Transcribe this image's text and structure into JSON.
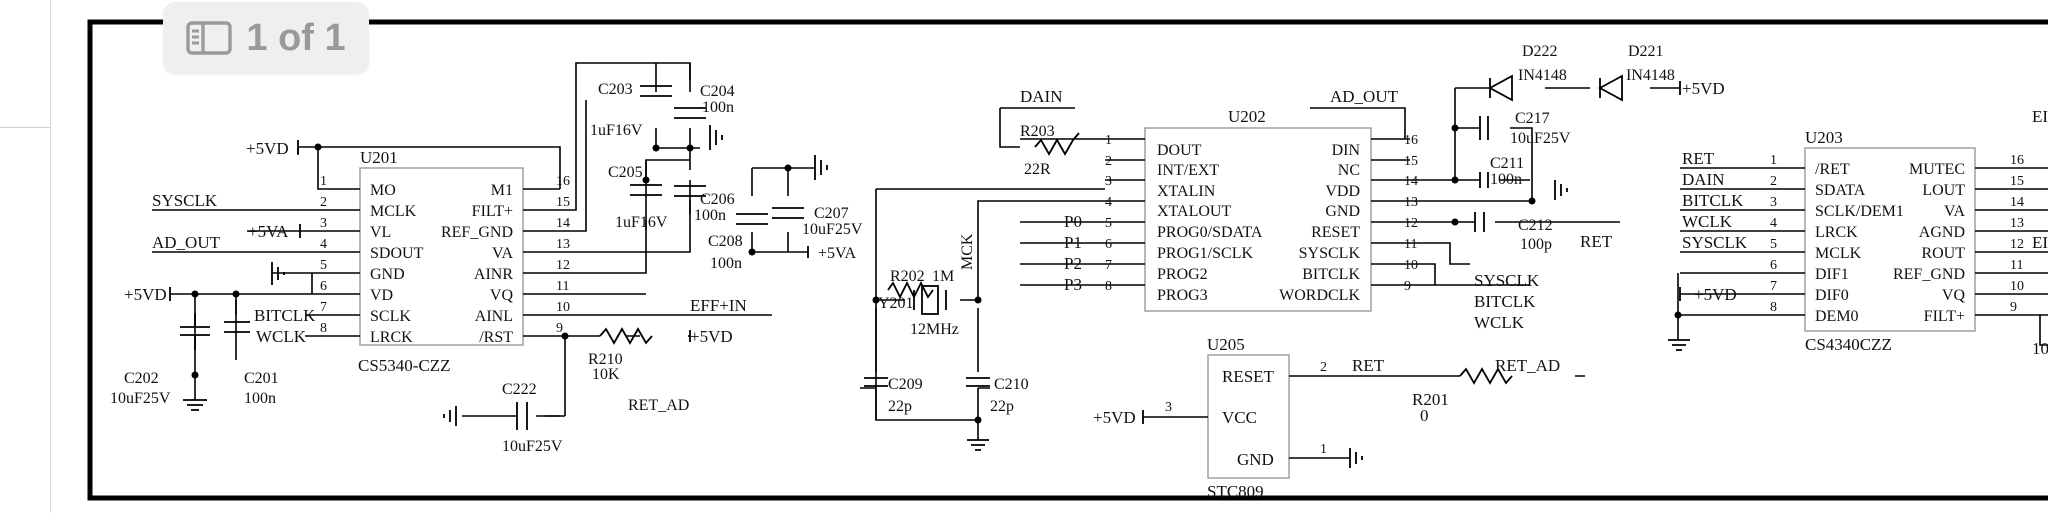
{
  "viewer": {
    "page_indicator": "1 of 1",
    "indicator_icon": "sidebar-panel-icon"
  },
  "u201": {
    "ref": "U201",
    "part": "CS5340-CZZ",
    "left_pins": [
      {
        "num": "1",
        "name": "MO"
      },
      {
        "num": "2",
        "name": "MCLK"
      },
      {
        "num": "3",
        "name": "VL"
      },
      {
        "num": "4",
        "name": "SDOUT"
      },
      {
        "num": "5",
        "name": "GND"
      },
      {
        "num": "6",
        "name": "VD"
      },
      {
        "num": "7",
        "name": "SCLK"
      },
      {
        "num": "8",
        "name": "LRCK"
      }
    ],
    "right_pins": [
      {
        "num": "16",
        "name": "M1"
      },
      {
        "num": "15",
        "name": "FILT+"
      },
      {
        "num": "14",
        "name": "REF_GND"
      },
      {
        "num": "13",
        "name": "VA"
      },
      {
        "num": "12",
        "name": "AINR"
      },
      {
        "num": "11",
        "name": "VQ"
      },
      {
        "num": "10",
        "name": "AINL"
      },
      {
        "num": "9",
        "name": "/RST"
      }
    ],
    "nets_left": {
      "sysclk": "SYSCLK",
      "ad_out": "AD_OUT",
      "vd": "+5VD",
      "va": "+5VA",
      "bitclk": "BITCLK",
      "wclk": "WCLK",
      "vd_top": "+5VD"
    },
    "nets_right": {
      "eff_in": "EFF+IN",
      "vd_rst": "+5VD"
    }
  },
  "passives_left": {
    "c202": {
      "ref": "C202",
      "val": "10uF25V"
    },
    "c201": {
      "ref": "C201",
      "val": "100n"
    },
    "c203": {
      "ref": "C203",
      "val": "1uF16V"
    },
    "c204": {
      "ref": "C204",
      "val": "100n"
    },
    "c205": {
      "ref": "C205",
      "val": "1uF16V"
    },
    "c206": {
      "ref": "C206",
      "val": "100n"
    },
    "c207": {
      "ref": "C207",
      "val": "10uF25V"
    },
    "c208": {
      "ref": "C208",
      "val": "100n"
    },
    "c222": {
      "ref": "C222",
      "val": "10uF25V"
    },
    "r210": {
      "ref": "R210",
      "val": "10K"
    },
    "ret_ad": "RET_AD",
    "va_c208": "+5VA"
  },
  "u202": {
    "ref": "U202",
    "left_pins": [
      {
        "num": "1",
        "name": "DOUT"
      },
      {
        "num": "2",
        "name": "INT/EXT"
      },
      {
        "num": "3",
        "name": "XTALIN"
      },
      {
        "num": "4",
        "name": "XTALOUT"
      },
      {
        "num": "5",
        "name": "PROG0/SDATA"
      },
      {
        "num": "6",
        "name": "PROG1/SCLK"
      },
      {
        "num": "7",
        "name": "PROG2"
      },
      {
        "num": "8",
        "name": "PROG3"
      }
    ],
    "right_pins": [
      {
        "num": "16",
        "name": "DIN"
      },
      {
        "num": "15",
        "name": "NC"
      },
      {
        "num": "14",
        "name": "VDD"
      },
      {
        "num": "13",
        "name": "GND"
      },
      {
        "num": "12",
        "name": "RESET"
      },
      {
        "num": "11",
        "name": "SYSCLK"
      },
      {
        "num": "10",
        "name": "BITCLK"
      },
      {
        "num": "9",
        "name": "WORDCLK"
      }
    ],
    "nets": {
      "dain": "DAIN",
      "ad_out": "AD_OUT",
      "mck": "MCK",
      "p0": "P0",
      "p1": "P1",
      "p2": "P2",
      "p3": "P3",
      "sysclk": "SYSCLK",
      "bitclk": "BITCLK",
      "wclk": "WCLK",
      "ret": "RET",
      "vd": "+5VD"
    }
  },
  "passives_mid": {
    "r203": {
      "ref": "R203",
      "val": "22R"
    },
    "r202": {
      "ref": "R202",
      "val": "1M"
    },
    "y201": {
      "ref": "Y201",
      "val": "12MHz"
    },
    "c209": {
      "ref": "C209",
      "val": "22p"
    },
    "c210": {
      "ref": "C210",
      "val": "22p"
    },
    "c211": {
      "ref": "C211",
      "val": "100n"
    },
    "c212": {
      "ref": "C212",
      "val": "100p"
    },
    "c217": {
      "ref": "C217",
      "val": "10uF25V"
    },
    "d222": {
      "ref": "D222",
      "val": "IN4148"
    },
    "d221": {
      "ref": "D221",
      "val": "IN4148"
    }
  },
  "u205": {
    "ref": "U205",
    "part": "STC809",
    "pins": [
      {
        "num": "2",
        "name": "RESET"
      },
      {
        "num": "3",
        "name": "VCC"
      },
      {
        "num": "1",
        "name": "GND"
      }
    ],
    "nets": {
      "ret": "RET",
      "ret_ad": "RET_AD",
      "vd": "+5VD"
    },
    "r201": {
      "ref": "R201",
      "val": "0"
    }
  },
  "u203": {
    "ref": "U203",
    "part": "CS4340CZZ",
    "left_pins": [
      {
        "num": "1",
        "name": "/RET"
      },
      {
        "num": "2",
        "name": "SDATA"
      },
      {
        "num": "3",
        "name": "SCLK/DEM1"
      },
      {
        "num": "4",
        "name": "LRCK"
      },
      {
        "num": "5",
        "name": "MCLK"
      },
      {
        "num": "6",
        "name": "DIF1"
      },
      {
        "num": "7",
        "name": "DIF0"
      },
      {
        "num": "8",
        "name": "DEM0"
      }
    ],
    "right_pins": [
      {
        "num": "16",
        "name": "MUTEC"
      },
      {
        "num": "15",
        "name": "LOUT"
      },
      {
        "num": "14",
        "name": "VA"
      },
      {
        "num": "13",
        "name": "AGND"
      },
      {
        "num": "12",
        "name": "ROUT"
      },
      {
        "num": "11",
        "name": "REF_GND"
      },
      {
        "num": "10",
        "name": "VQ"
      },
      {
        "num": "9",
        "name": "FILT+"
      }
    ],
    "nets": {
      "ret": "RET",
      "dain": "DAIN",
      "bitclk": "BITCLK",
      "wclk": "WCLK",
      "sysclk": "SYSCLK",
      "vd": "+5VD",
      "edge_top": "EI",
      "edge_mid": "EI",
      "edge_bottom": "10"
    }
  }
}
